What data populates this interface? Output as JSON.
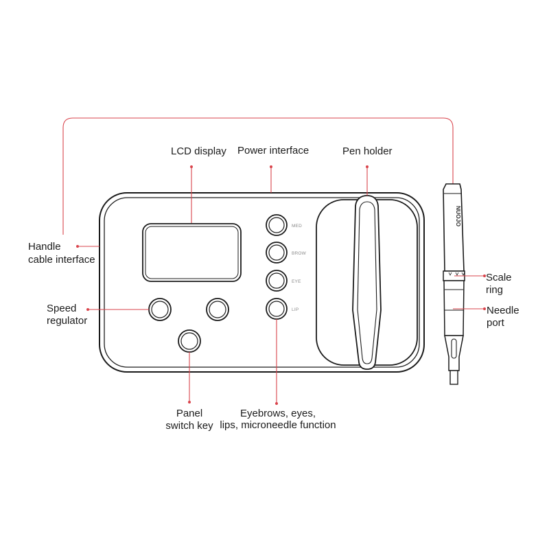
{
  "labels": {
    "lcd_display": "LCD display",
    "power_interface": "Power interface",
    "pen_holder": "Pen holder",
    "handle_cable_line1": "Handle",
    "handle_cable_line2": "cable interface",
    "speed_line1": "Speed",
    "speed_line2": "regulator",
    "panel_line1": "Panel",
    "panel_line2": "switch key",
    "function_line1": "Eyebrows, eyes,",
    "function_line2": "lips, microneedle function",
    "scale_line1": "Scale",
    "scale_line2": "ring",
    "needle_line1": "Needle",
    "needle_line2": "port"
  },
  "buttons": {
    "med": "MED",
    "brow": "BROW",
    "eye": "EYE",
    "lip": "LIP"
  },
  "pen": {
    "brand": "NUOJO"
  },
  "colors": {
    "line": "#1a1a1a",
    "leader": "#d9434b",
    "text": "#1a1a1a"
  }
}
